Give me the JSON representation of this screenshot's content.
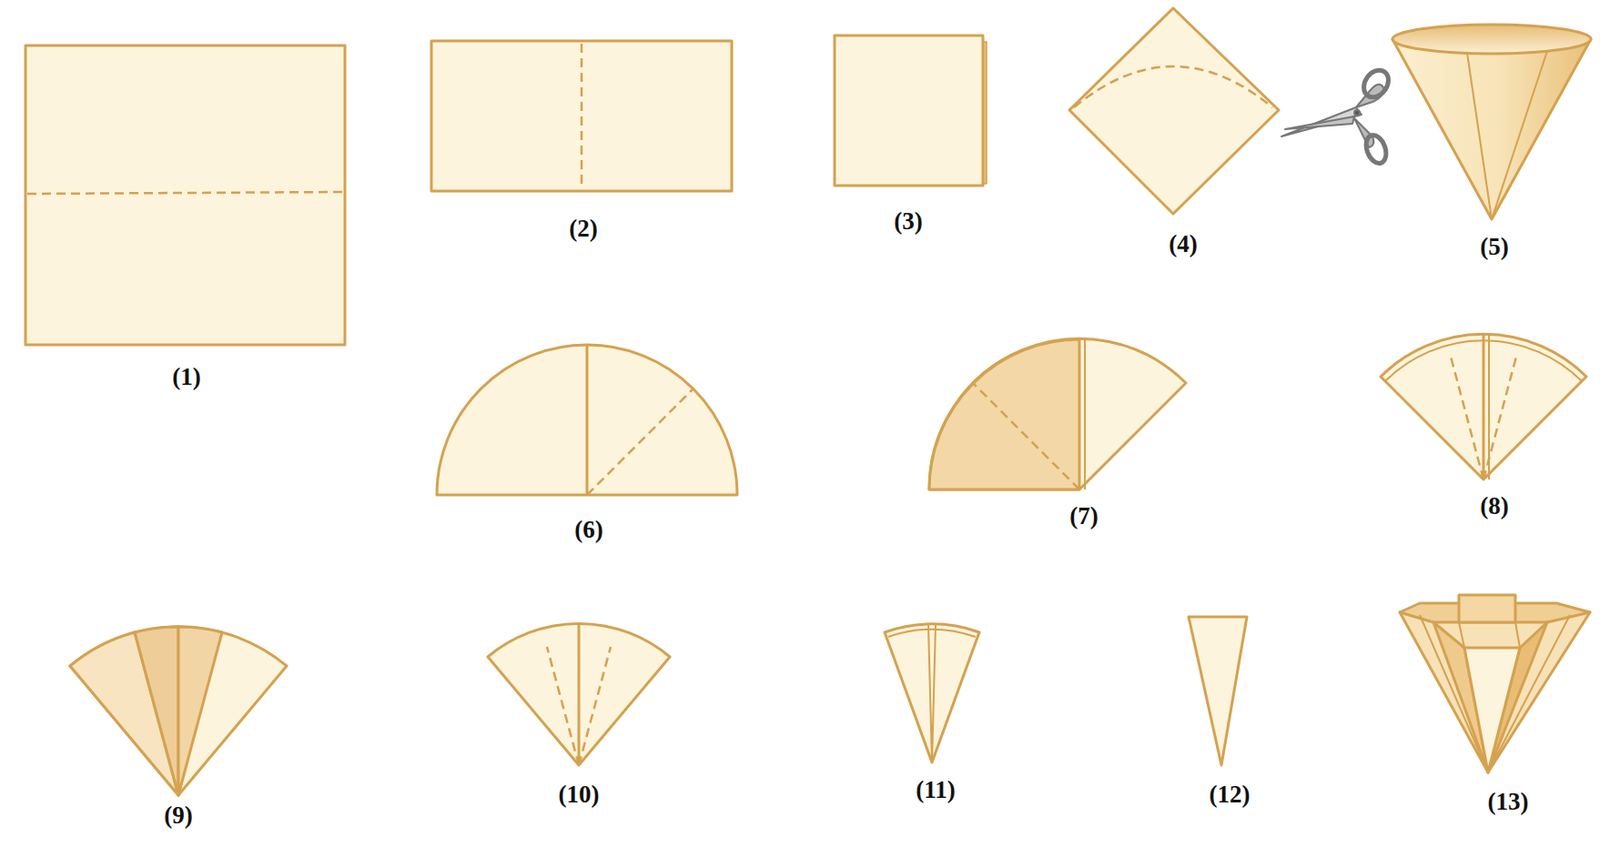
{
  "diagram": {
    "labels": [
      "(1)",
      "(2)",
      "(3)",
      "(4)",
      "(5)",
      "(6)",
      "(7)",
      "(8)",
      "(9)",
      "(10)",
      "(11)",
      "(12)",
      "(13)"
    ]
  }
}
